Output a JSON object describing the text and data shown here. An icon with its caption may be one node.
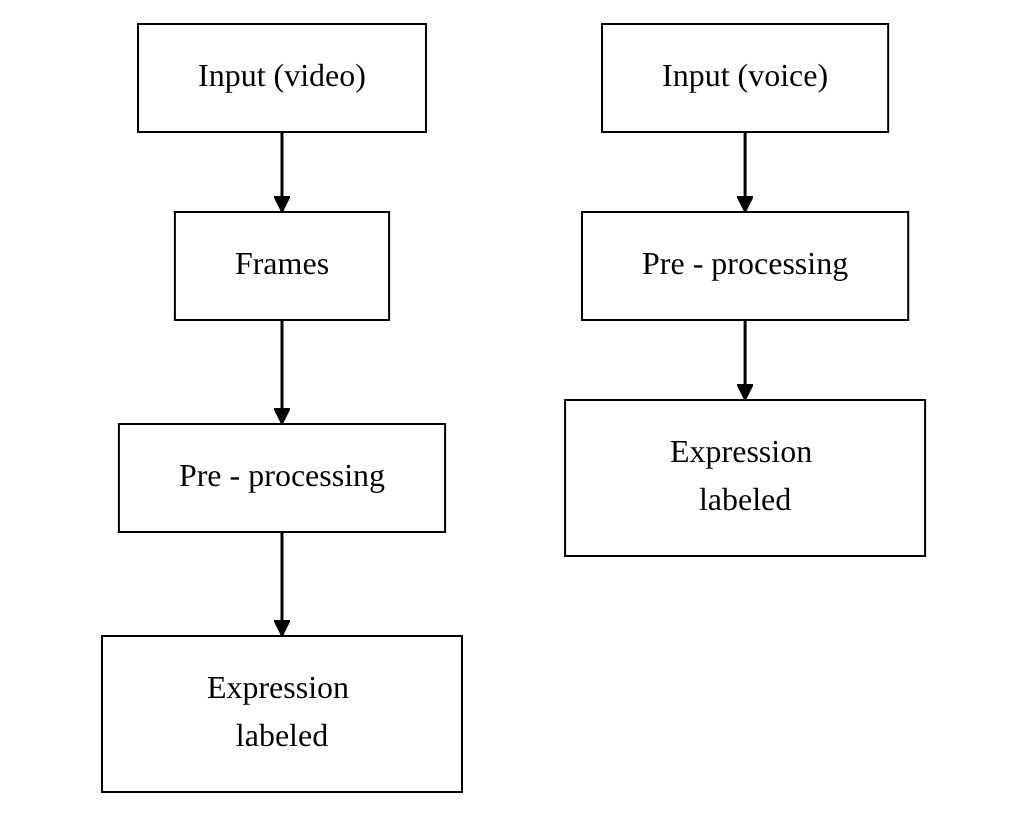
{
  "diagram": {
    "nodes": [
      {
        "text": [
          "Input (video)"
        ]
      },
      {
        "text": [
          "Frames"
        ]
      },
      {
        "text": [
          "Pre - processing"
        ]
      },
      {
        "text": [
          "Expression labeled"
        ]
      },
      {
        "text": [
          "Input (voice)"
        ]
      },
      {
        "text": [
          "Pre - processing"
        ]
      },
      {
        "text": [
          "Expression labeled"
        ]
      }
    ],
    "edges": [
      {
        "from": 0,
        "to": 1,
        "arrow": "to"
      },
      {
        "from": 1,
        "to": 2,
        "arrow": "to"
      },
      {
        "from": 2,
        "to": 3,
        "arrow": "to"
      },
      {
        "from": 4,
        "to": 5,
        "arrow": "to"
      },
      {
        "from": 5,
        "to": 6,
        "arrow": "to"
      }
    ]
  }
}
